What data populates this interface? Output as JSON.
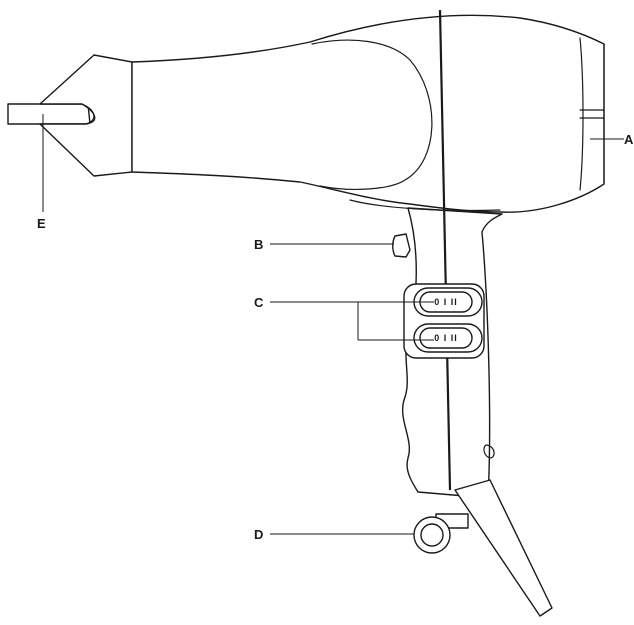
{
  "labels": {
    "a": "A",
    "b": "B",
    "c": "C",
    "d": "D",
    "e": "E"
  },
  "switches": {
    "upper": "0 I II",
    "lower": "0 I II"
  }
}
